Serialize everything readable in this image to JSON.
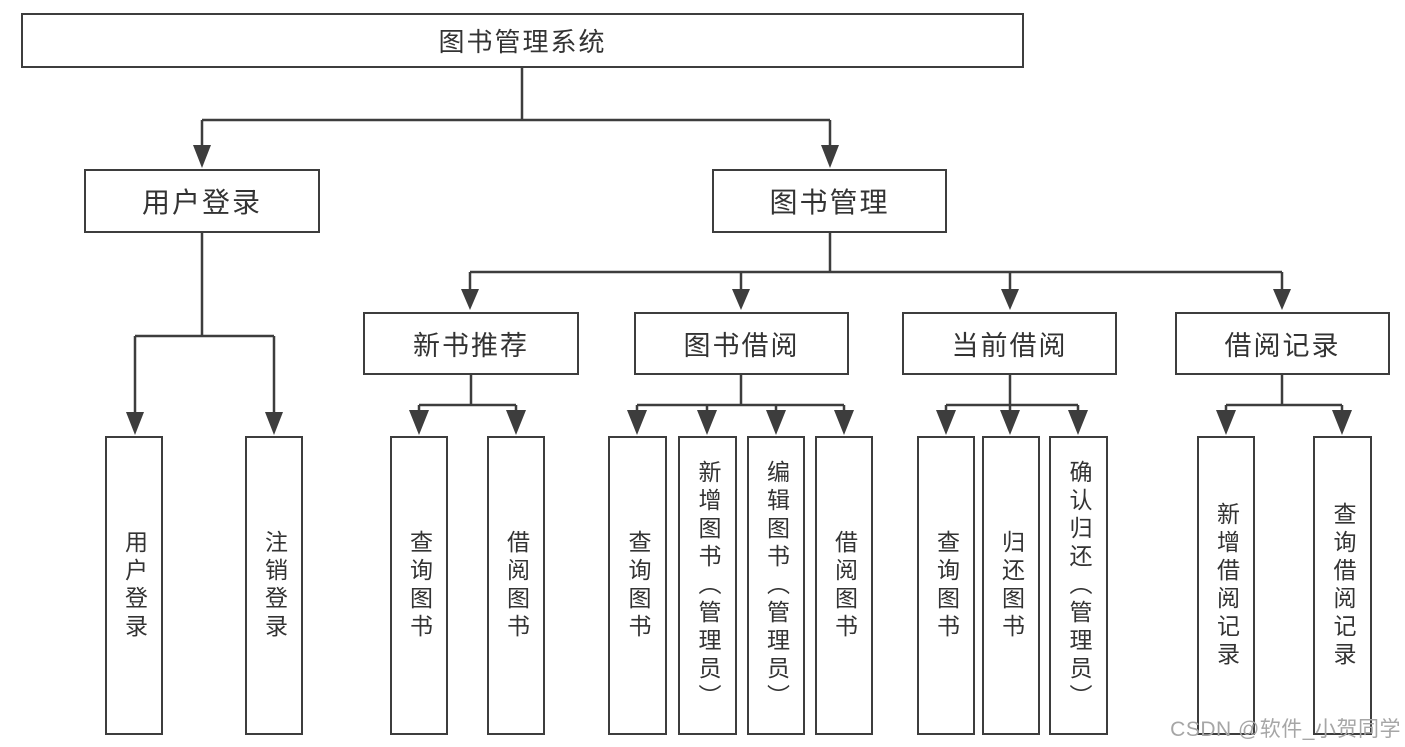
{
  "colors": {
    "line": "#3d3d3d",
    "box_border": "#3d3d3d",
    "text": "#333333",
    "watermark": "#a6a6a6",
    "background": "#ffffff"
  },
  "watermark": {
    "text": "CSDN @软件_小贺同学"
  },
  "diagram": {
    "type": "tree",
    "tree": {
      "label": "图书管理系统",
      "children": [
        {
          "label": "用户登录",
          "children": [
            {
              "label": "用户登录"
            },
            {
              "label": "注销登录"
            }
          ]
        },
        {
          "label": "图书管理",
          "children": [
            {
              "label": "新书推荐",
              "children": [
                {
                  "label": "查询图书"
                },
                {
                  "label": "借阅图书"
                }
              ]
            },
            {
              "label": "图书借阅",
              "children": [
                {
                  "label": "查询图书"
                },
                {
                  "label": "新增图书（管理员）"
                },
                {
                  "label": "编辑图书（管理员）"
                },
                {
                  "label": "借阅图书"
                }
              ]
            },
            {
              "label": "当前借阅",
              "children": [
                {
                  "label": "查询图书"
                },
                {
                  "label": "归还图书"
                },
                {
                  "label": "确认归还（管理员）"
                }
              ]
            },
            {
              "label": "借阅记录",
              "children": [
                {
                  "label": "新增借阅记录"
                },
                {
                  "label": "查询借阅记录"
                }
              ]
            }
          ]
        }
      ]
    }
  }
}
